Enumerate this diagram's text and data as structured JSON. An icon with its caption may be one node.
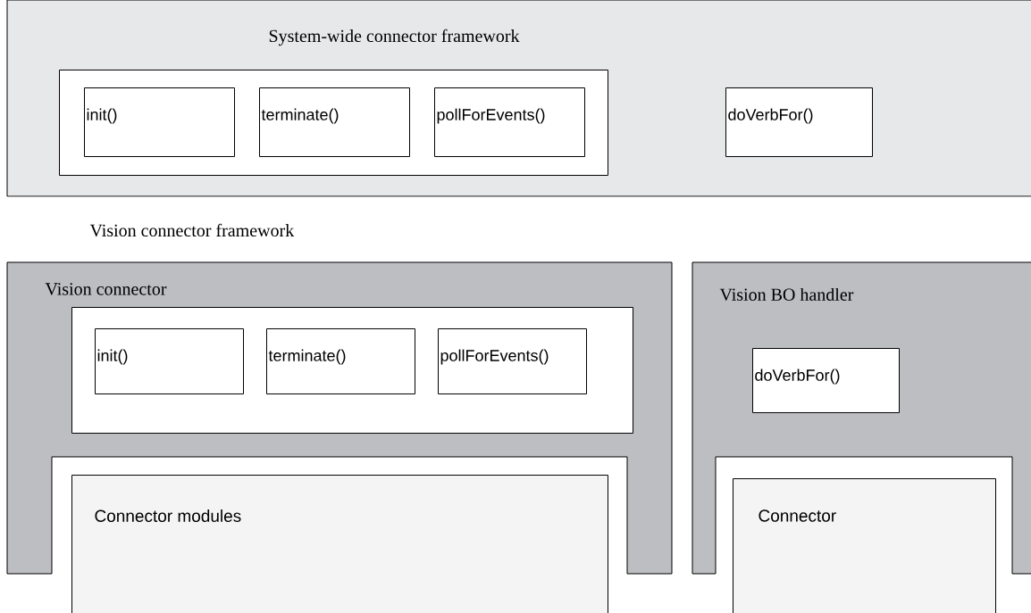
{
  "diagram": {
    "nodes": [
      {
        "text": [
          "System-wide connector framework"
        ]
      },
      {
        "text": [],
        "shape": "box",
        "in": 0
      },
      {
        "text": [
          "init()"
        ],
        "in": 1
      },
      {
        "text": [
          "terminate()"
        ],
        "in": 1
      },
      {
        "text": [
          "pollForEvents()"
        ],
        "in": 1
      },
      {
        "text": [
          "doVerbFor()"
        ],
        "in": 0
      },
      {
        "text": [
          "Vision connector"
        ]
      },
      {
        "text": [],
        "shape": "box",
        "in": 6
      },
      {
        "text": [
          "init()"
        ],
        "in": 7
      },
      {
        "text": [
          "terminate()"
        ],
        "in": 7
      },
      {
        "text": [
          "pollForEvents()"
        ],
        "in": 7
      },
      {
        "text": [
          "Connector modules"
        ]
      },
      {
        "text": [
          "Vision BO handler"
        ]
      },
      {
        "text": [
          "doVerbFor()"
        ],
        "in": 12
      },
      {
        "text": [
          "Connector"
        ]
      }
    ],
    "labels": [
      "Vision connector framework"
    ]
  }
}
